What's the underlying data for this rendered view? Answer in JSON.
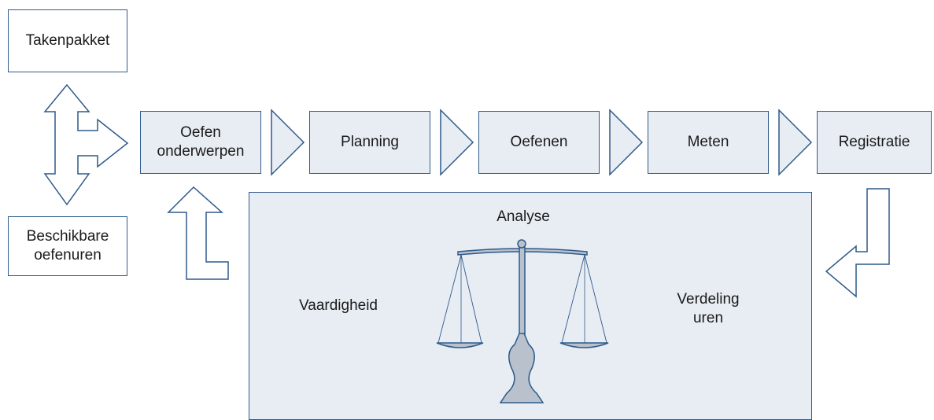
{
  "inputs": {
    "top": "Takenpakket",
    "bottom": "Beschikbare\noefenuren"
  },
  "steps": [
    "Oefen\nonderwerpen",
    "Planning",
    "Oefenen",
    "Meten",
    "Registratie"
  ],
  "analysis": {
    "title": "Analyse",
    "left": "Vaardigheid",
    "right": "Verdeling\nuren"
  },
  "colors": {
    "stroke": "#2f5a8a",
    "fill": "#e8edf4",
    "scale_base": "#b8c1cc"
  },
  "icons": [
    "double-arrow-icon",
    "chevron-icon",
    "return-arrow-icon",
    "balance-scale-icon"
  ]
}
